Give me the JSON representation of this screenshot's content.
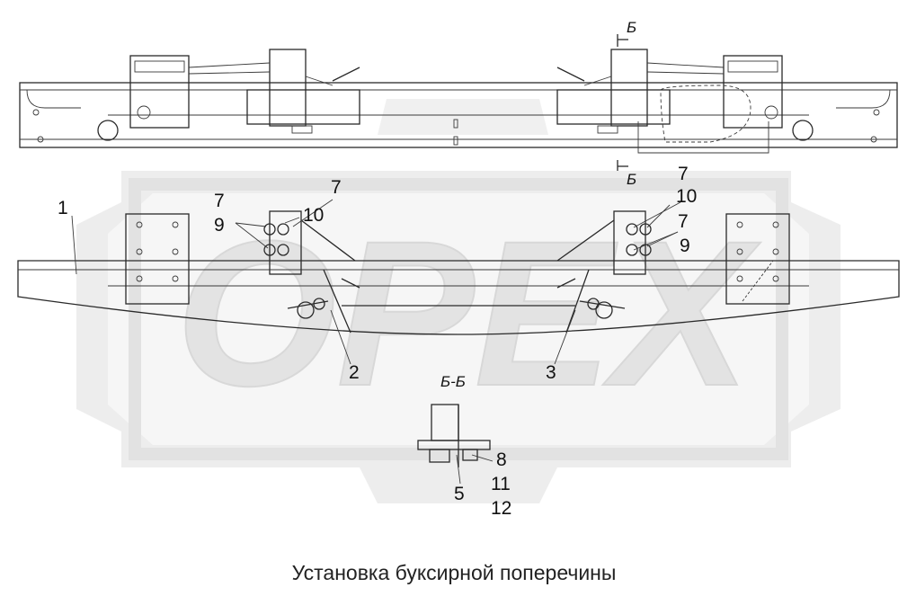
{
  "caption": "Установка буксирной поперечины",
  "watermark": "OPEX",
  "section": {
    "mark": "Б",
    "title": "Б-Б"
  },
  "callouts": {
    "c1": "1",
    "c2": "2",
    "c3": "3",
    "c5": "5",
    "c7a": "7",
    "c7b": "7",
    "c7c": "7",
    "c7d": "7",
    "c8": "8",
    "c9a": "9",
    "c9b": "9",
    "c10a": "10",
    "c10b": "10",
    "c11": "11",
    "c12": "12"
  },
  "colors": {
    "line": "#2a2a2a",
    "watermark": "#e6e6e6",
    "background": "#ffffff"
  }
}
